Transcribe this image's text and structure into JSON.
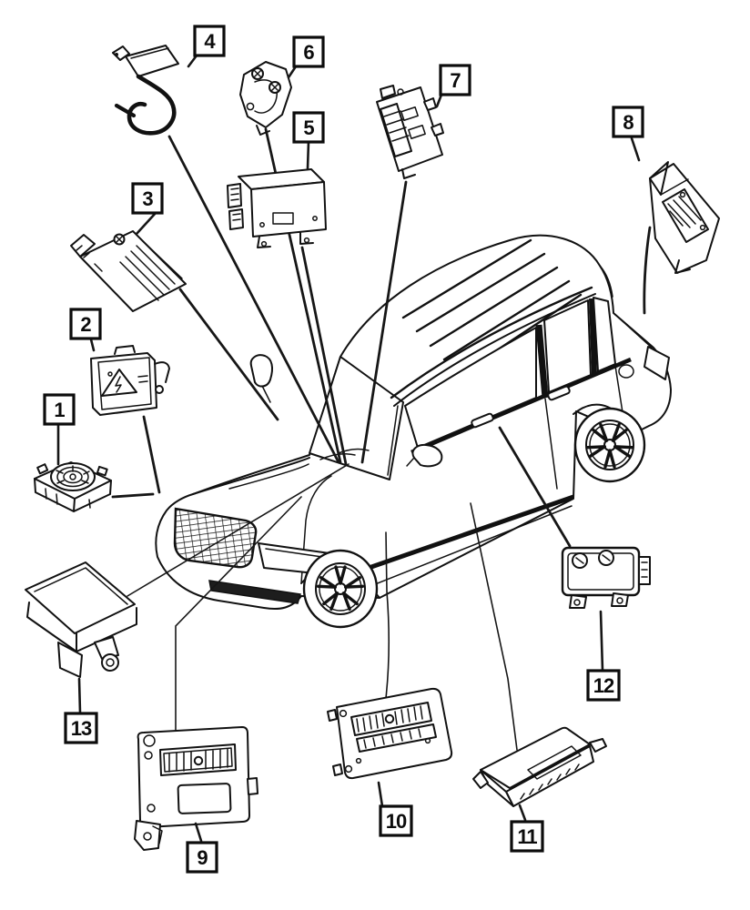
{
  "diagram": {
    "background_color": "#ffffff",
    "line_color": "#111111",
    "callouts": [
      {
        "label": "1"
      },
      {
        "label": "2"
      },
      {
        "label": "3"
      },
      {
        "label": "4"
      },
      {
        "label": "5"
      },
      {
        "label": "6"
      },
      {
        "label": "7"
      },
      {
        "label": "8"
      },
      {
        "label": "9"
      },
      {
        "label": "10"
      },
      {
        "label": "11"
      },
      {
        "label": "12"
      },
      {
        "label": "13"
      }
    ]
  }
}
